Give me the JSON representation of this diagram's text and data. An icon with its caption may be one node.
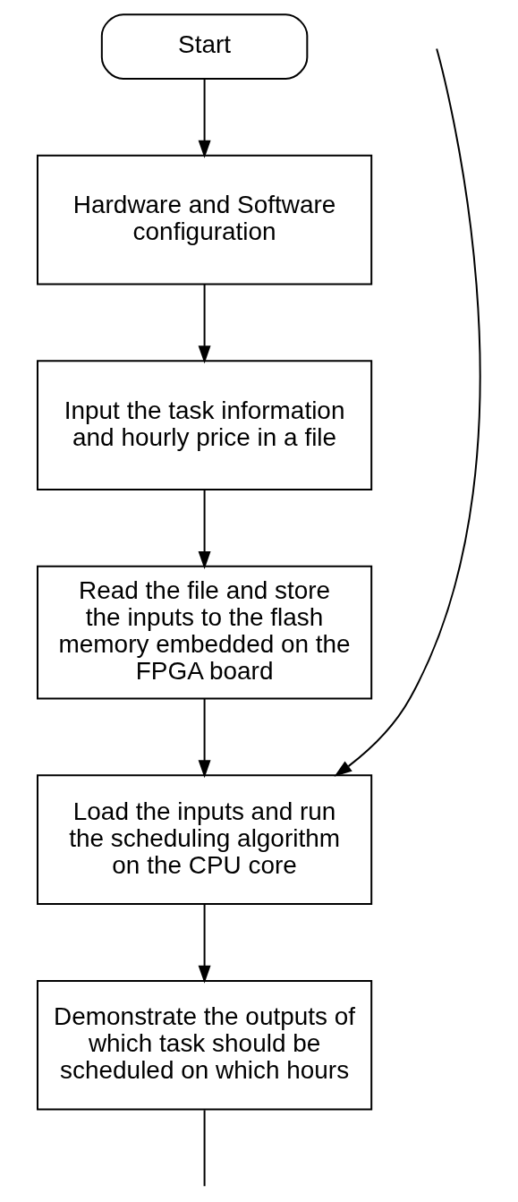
{
  "diagram": {
    "nodes": [
      {
        "text": [
          "Start"
        ]
      },
      {
        "text": [
          "Hardware and Software configuration"
        ]
      },
      {
        "text": [
          "Input the task information and hourly price in a file"
        ]
      },
      {
        "text": [
          "Read the file and store the inputs to the flash memory embedded on the FPGA board"
        ]
      },
      {
        "text": [
          "Load the inputs and run the scheduling algorithm on the CPU core"
        ]
      },
      {
        "text": [
          "Demonstrate the outputs of which task should be scheduled on which hours"
        ]
      }
    ],
    "edges": [
      {
        "from": 0,
        "to": 1,
        "arrow": "to"
      },
      {
        "from": 1,
        "to": 2,
        "arrow": "to"
      },
      {
        "from": 2,
        "to": 3,
        "arrow": "to"
      },
      {
        "from": 3,
        "to": 4,
        "arrow": "to"
      },
      {
        "from": null,
        "to": 4,
        "arrow": "to"
      },
      {
        "from": 4,
        "to": 5,
        "arrow": "to"
      },
      {
        "from": 5,
        "to": null,
        "arrow": "none"
      }
    ]
  }
}
